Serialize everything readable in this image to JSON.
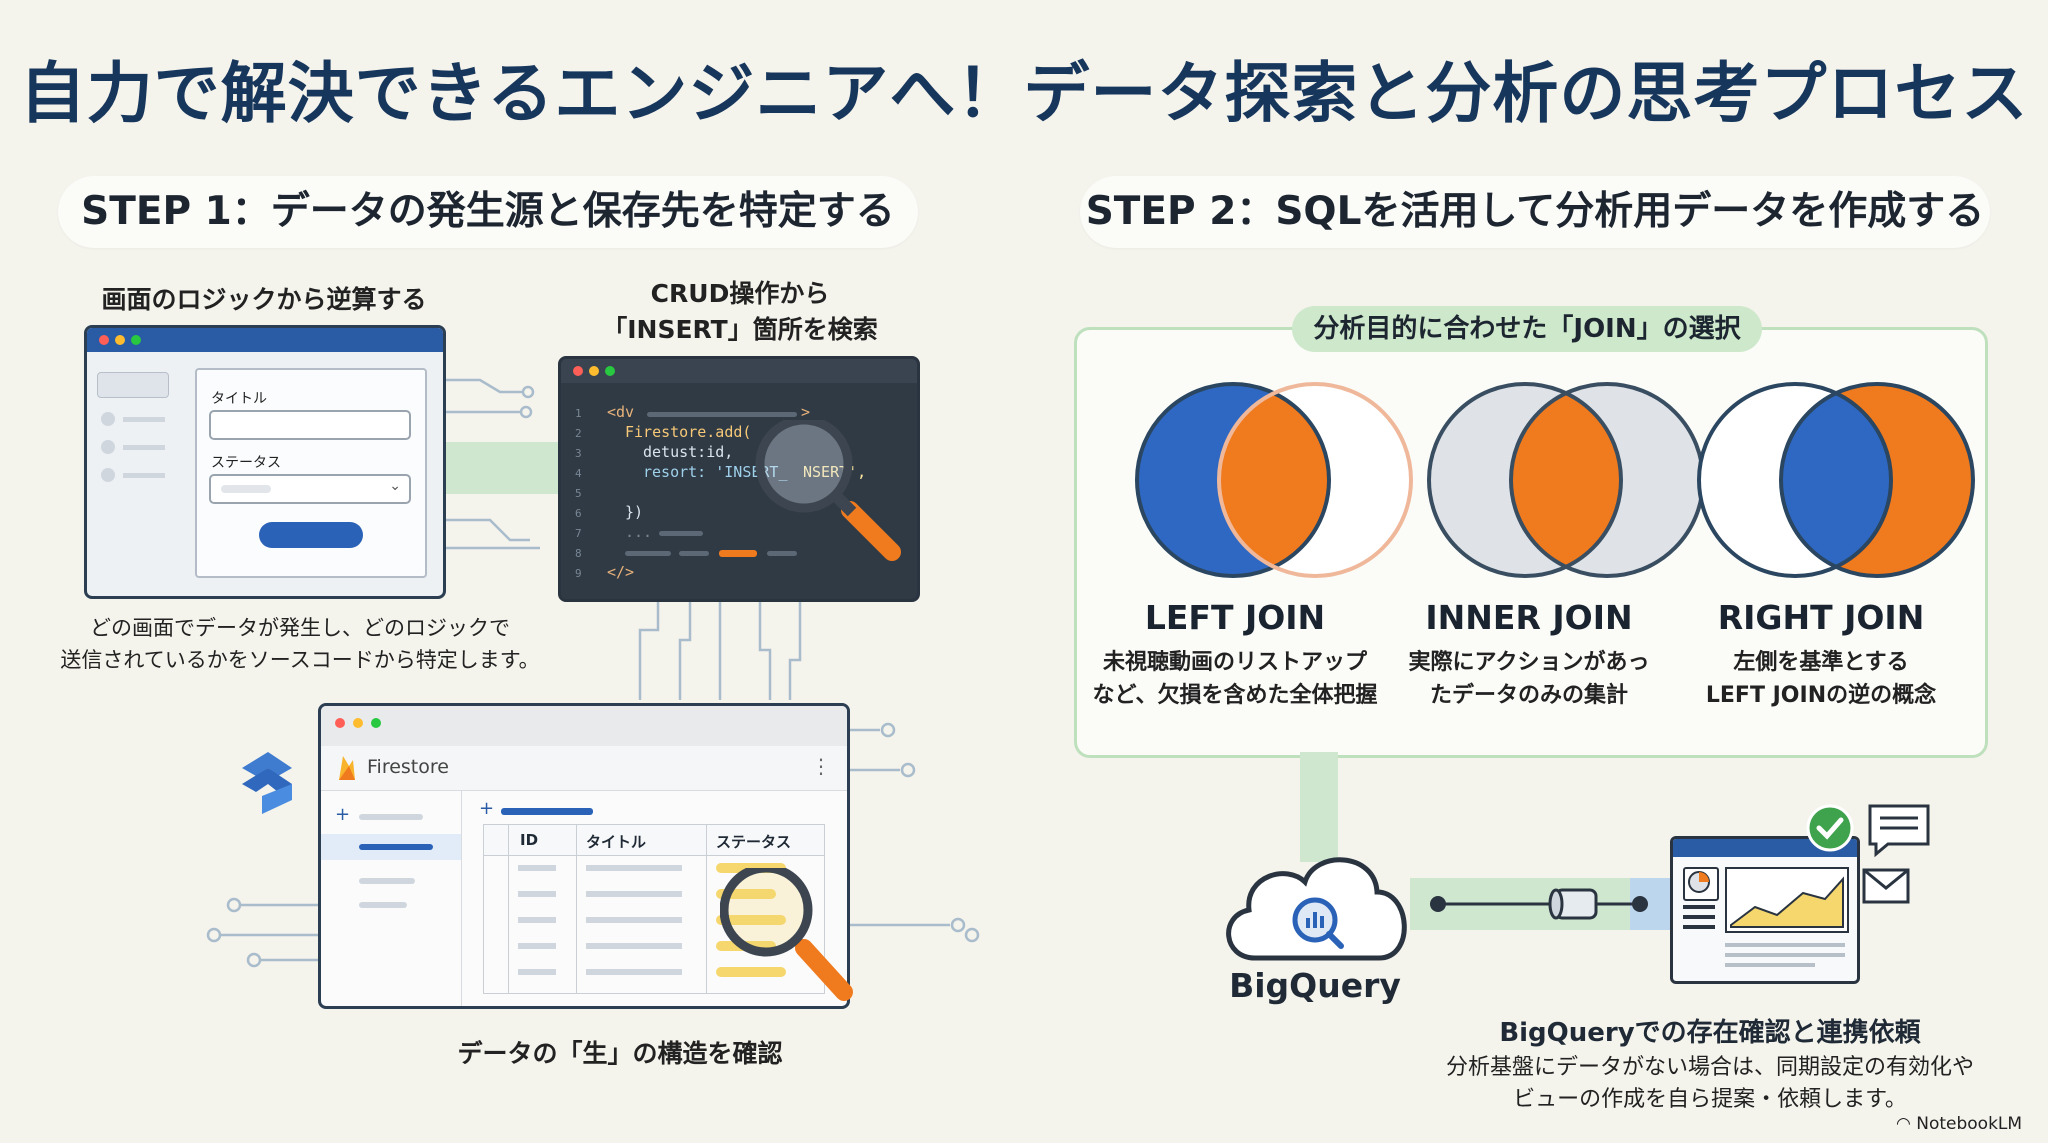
{
  "title": "自力で解決できるエンジニアへ！データ探索と分析の思考プロセス",
  "step1": {
    "title": "STEP 1：データの発生源と保存先を特定する",
    "logic_label": "画面のロジックから逆算する",
    "form": {
      "title_label": "タイトル",
      "status_label": "ステータス"
    },
    "crud_label_line1": "CRUD操作から",
    "crud_label_line2": "「INSERT」箇所を検索",
    "code_lines": [
      "<dv",
      "Firestore.add(",
      "detust:id,",
      "resort: 'INSERT_",
      "NSERT',",
      "})",
      "...",
      "</>"
    ],
    "desc_line1": "どの画面でデータが発生し、どのロジックで",
    "desc_line2": "送信されているかをソースコードから特定します。",
    "firestore": {
      "name": "Firestore",
      "columns": [
        "ID",
        "タイトル",
        "ステータス"
      ]
    },
    "raw_label": "データの「生」の構造を確認"
  },
  "step2": {
    "title": "STEP 2：SQLを活用して分析用データを作成する",
    "join_pill": "分析目的に合わせた「JOIN」の選択",
    "joins": [
      {
        "name": "LEFT JOIN",
        "desc1": "未視聴動画のリストアップ",
        "desc2": "など、欠損を含めた全体把握"
      },
      {
        "name": "INNER JOIN",
        "desc1": "実際にアクションがあっ",
        "desc2": "たデータのみの集計"
      },
      {
        "name": "RIGHT JOIN",
        "desc1": "左側を基準とする",
        "desc2": "LEFT JOINの逆の概念"
      }
    ],
    "bigquery_label": "BigQuery",
    "bq_title": "BigQueryでの存在確認と連携依頼",
    "bq_desc1": "分析基盤にデータがない場合は、同期設定の有効化や",
    "bq_desc2": "ビューの作成を自ら提案・依頼します。"
  },
  "watermark": "NotebookLM",
  "colors": {
    "navy": "#17365c",
    "blue": "#2a5ca5",
    "orange": "#f07a1e",
    "green": "#bfe0bd",
    "pale": "#dfe3e8"
  }
}
